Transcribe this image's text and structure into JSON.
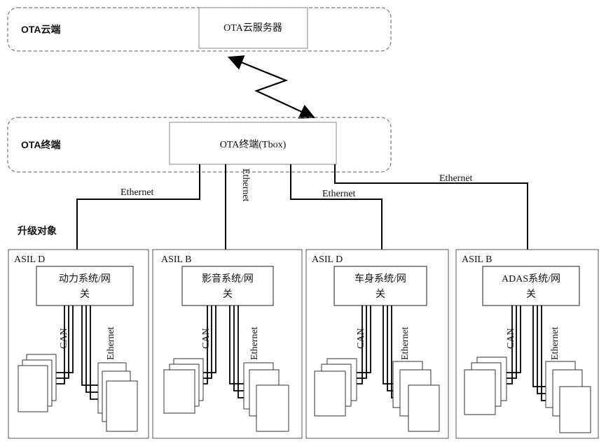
{
  "cloud_zone": {
    "label": "OTA云端",
    "server_label": "OTA云服务器"
  },
  "terminal_zone": {
    "label": "OTA终端",
    "tbox_label": "OTA终端(Tbox)"
  },
  "upgrade_objects_label": "升级对象",
  "links": {
    "link_1": "Ethernet",
    "link_2": "Ethernet",
    "link_3": "Ethernet",
    "link_4": "Ethernet"
  },
  "domains": [
    {
      "asil": "ASIL D",
      "gateway_line1": "动力系统/网",
      "gateway_line2": "关",
      "bus_can": "CAN",
      "bus_eth": "Ethernet"
    },
    {
      "asil": "ASIL B",
      "gateway_line1": "影音系统/网",
      "gateway_line2": "关",
      "bus_can": "CAN",
      "bus_eth": "Ethernet"
    },
    {
      "asil": "ASIL D",
      "gateway_line1": "车身系统/网",
      "gateway_line2": "关",
      "bus_can": "CAN",
      "bus_eth": "Ethernet"
    },
    {
      "asil": "ASIL B",
      "gateway_line1": "ADAS系统/网",
      "gateway_line2": "关",
      "bus_can": "CAN",
      "bus_eth": "Ethernet"
    }
  ]
}
